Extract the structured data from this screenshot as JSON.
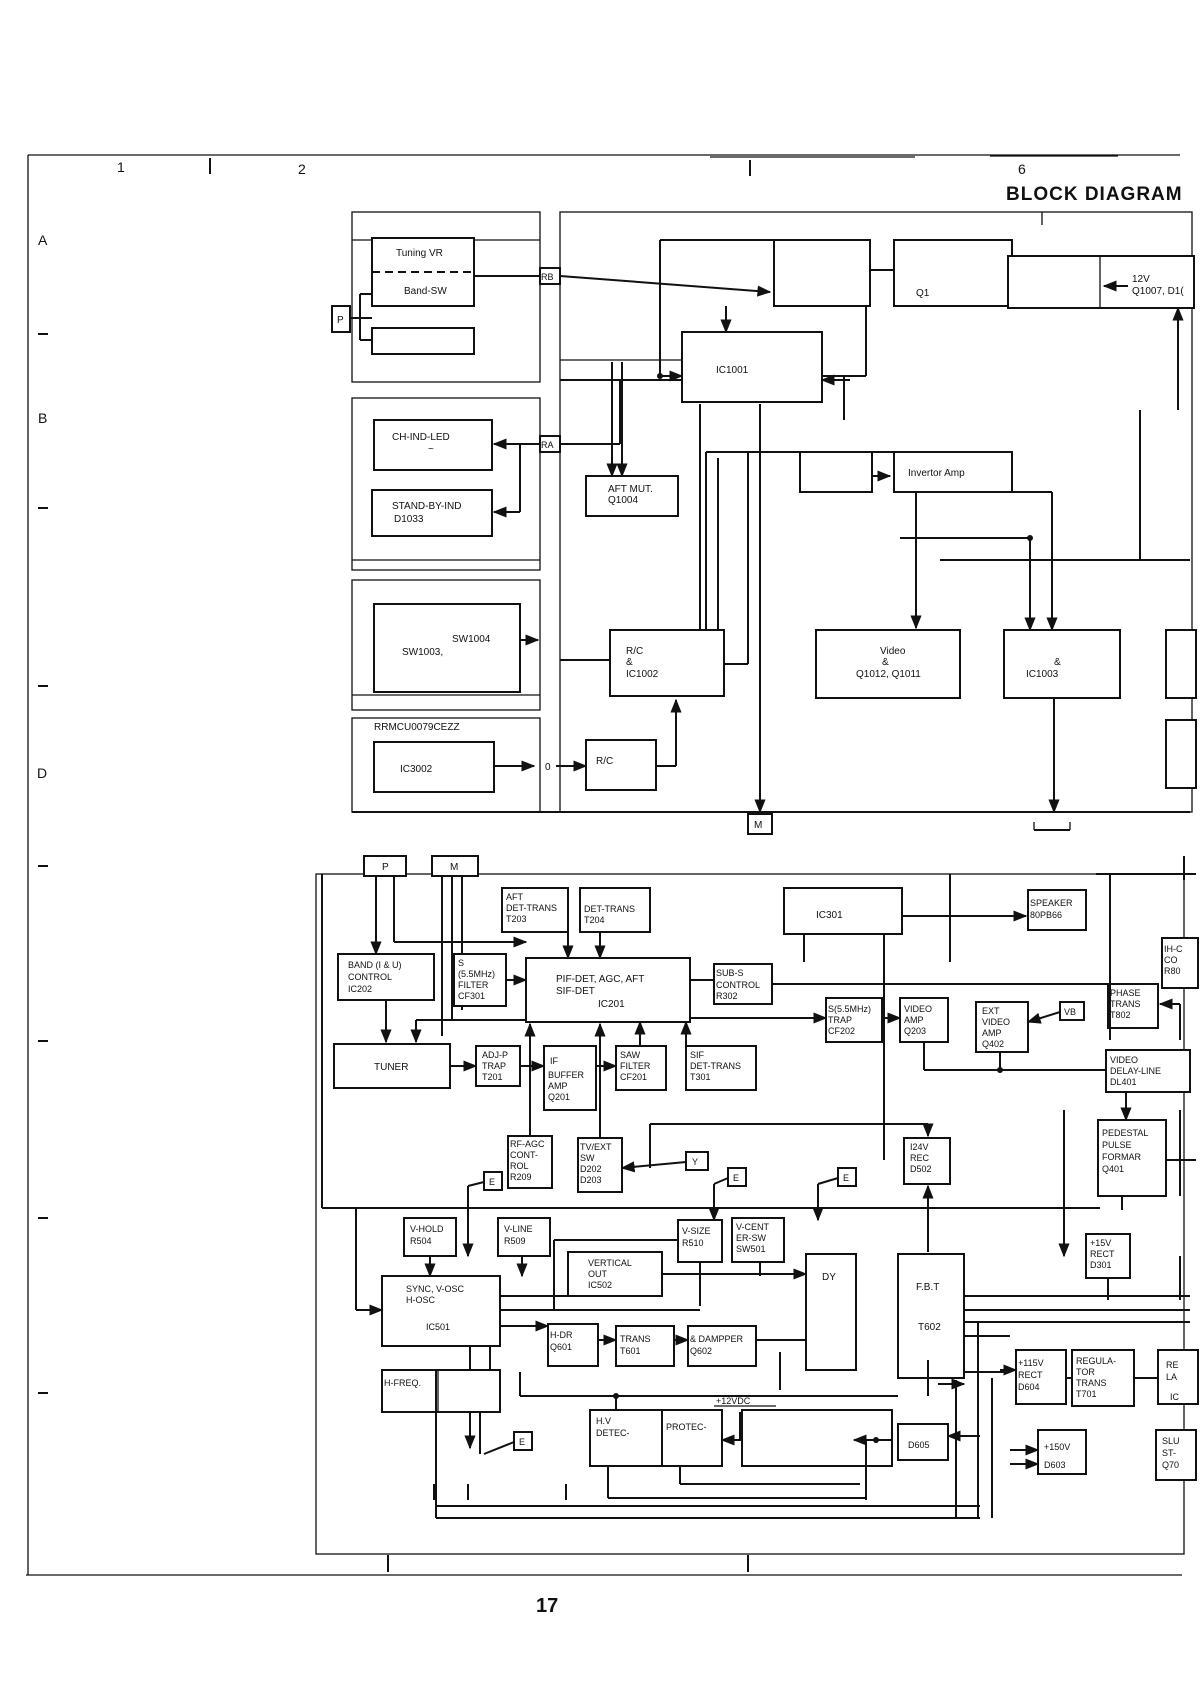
{
  "page": {
    "title": "BLOCK DIAGRAM",
    "page_number": "17",
    "column_labels": [
      "1",
      "2",
      "6"
    ],
    "row_labels": [
      "A",
      "B",
      "D"
    ]
  },
  "top_section": {
    "blocks": {
      "tuning_vr": "Tuning VR",
      "band_sw": "Band-SW",
      "ch_ind_led": "CH-IND-LED",
      "stand_by_ind": [
        "STAND-BY-IND",
        "D1033"
      ],
      "sw_keys": [
        "SW1004",
        "SW1003,"
      ],
      "remote_ic_part": "RRMCU0079CEZZ",
      "ic3002": "IC3002",
      "rc_rx": "R/C",
      "ic1001": "IC1001",
      "q1": "Q1",
      "reg_12v": [
        "12V",
        "Q1007, D1("
      ],
      "aft_mut": [
        "AFT MUT.",
        "Q1004"
      ],
      "invertor_amp": "Invertor Amp",
      "rc_ic1002": [
        "R/C",
        "&",
        "IC1002"
      ],
      "video_q1012": [
        "Video",
        "&",
        "Q1012, Q1011"
      ],
      "ic1003": [
        "&",
        "IC1003"
      ]
    },
    "connectors": {
      "p": "P",
      "rb": "RB",
      "ra": "RA",
      "zero": "0",
      "m": "M"
    }
  },
  "bottom_section": {
    "connectors": {
      "p": "P",
      "m": "M",
      "vb": "VB",
      "y": "Y",
      "e": "E"
    },
    "blocks": {
      "aft_det_trans": [
        "AFT",
        "DET-TRANS",
        "T203"
      ],
      "det_trans": [
        "DET-TRANS",
        "T204"
      ],
      "ic301": "IC301",
      "speaker": [
        "SPEAKER",
        "80PB66"
      ],
      "band_control": [
        "BAND (I & U)",
        "CONTROL",
        "IC202"
      ],
      "s_filter": [
        "S",
        "(5.5MHz)",
        "FILTER",
        "CF301"
      ],
      "ic201": [
        "PIF-DET, AGC, AFT",
        "SIF-DET",
        "IC201"
      ],
      "sub_s_control": [
        "SUB-S",
        "CONTROL",
        "R302"
      ],
      "ih_con": [
        "IH-C",
        "CO",
        "R80"
      ],
      "phase_trans": [
        "PHASE",
        "TRANS",
        "T802"
      ],
      "s_trap": [
        "S(5.5MHz)",
        "TRAP",
        "CF202"
      ],
      "video_amp": [
        "VIDEO",
        "AMP",
        "Q203"
      ],
      "ext_video_amp": [
        "EXT",
        "VIDEO",
        "AMP",
        "Q402"
      ],
      "tuner": "TUNER",
      "adj_p_trap": [
        "ADJ-P",
        "TRAP",
        "T201"
      ],
      "if_buffer_amp": [
        "IF",
        "BUFFER",
        "AMP",
        "Q201"
      ],
      "saw_filter": [
        "SAW",
        "FILTER",
        "CF201"
      ],
      "sif_det_trans": [
        "SIF",
        "DET-TRANS",
        "T301"
      ],
      "video_delay_line": [
        "VIDEO",
        "DELAY-LINE",
        "DL401"
      ],
      "rf_agc_control": [
        "RF-AGC",
        "CONT-",
        "ROL",
        "R209"
      ],
      "tv_ext_sw": [
        "TV/EXT",
        "SW",
        "D202",
        "D203"
      ],
      "rec_24v": [
        "I24V",
        "REC",
        "D502"
      ],
      "pedestal_pulse": [
        "PEDESTAL",
        "PULSE",
        "FORMAR",
        "Q401"
      ],
      "v_hold": [
        "V-HOLD",
        "R504"
      ],
      "v_line": [
        "V-LINE",
        "R509"
      ],
      "v_size": [
        "V-SIZE",
        "R510"
      ],
      "v_center_sw": [
        "V-CENT",
        "ER-SW",
        "SW501"
      ],
      "rect_15v": [
        "+15V",
        "RECT",
        "D301"
      ],
      "vertical_out": [
        "VERTICAL",
        "OUT",
        "IC502"
      ],
      "dy": "DY",
      "fbt": [
        "F.B.T",
        "T602"
      ],
      "sync_vosc": [
        "SYNC, V-OSC",
        "H-OSC",
        "IC501"
      ],
      "h_dr": [
        "H-DR",
        "Q601"
      ],
      "trans_t601": [
        "TRANS",
        "T601"
      ],
      "damper": [
        "& DAMPPER",
        "Q602"
      ],
      "rect_115v": [
        "+115V",
        "RECT",
        "D604"
      ],
      "regulator_trans": [
        "REGULA-",
        "TOR",
        "TRANS",
        "T701"
      ],
      "re_la": [
        "RE",
        "LA",
        "IC"
      ],
      "h_freq": "H-FREQ.",
      "vdc_12": "+12VDC",
      "hv_detec": [
        "H.V",
        "DETEC-"
      ],
      "protec": "PROTEC-",
      "d605": "D605",
      "rect_150v": [
        "+150V",
        "D603"
      ],
      "slu_st": [
        "SLU",
        "ST-",
        "Q70"
      ]
    }
  }
}
